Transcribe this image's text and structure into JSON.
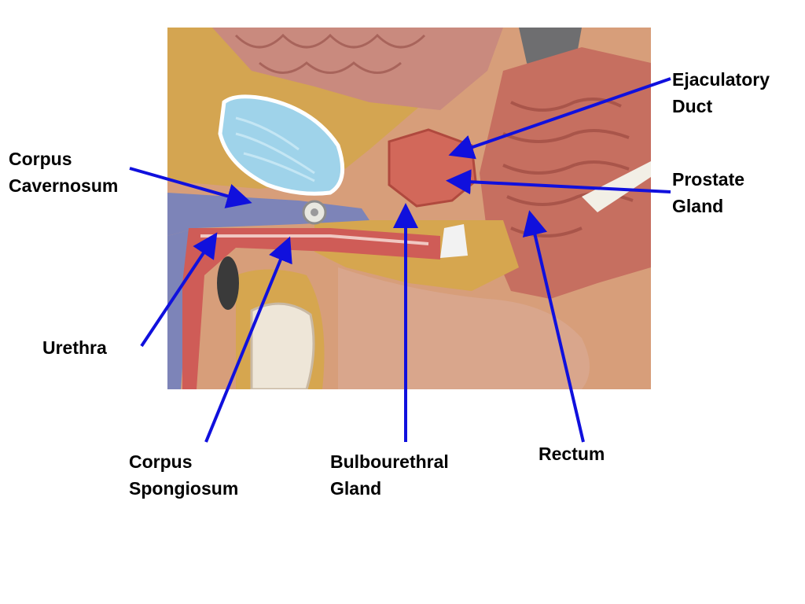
{
  "figure": {
    "image_description": "Sagittal section anatomical model of the male pelvis",
    "colors": {
      "pointer": "#1010dd",
      "label_text": "#000000",
      "background": "#ffffff",
      "skin": "#d9a68c",
      "fat": "#d6a84e",
      "muscle": "#c96d5a",
      "bladder": "#9fd3ea",
      "erectile": "#7d84b8"
    }
  },
  "labels": {
    "ejaculatory_duct": [
      "Ejaculatory",
      "Duct"
    ],
    "corpus_cavernosum": [
      "Corpus",
      "Cavernosum"
    ],
    "prostate_gland": [
      "Prostate",
      "Gland"
    ],
    "urethra": [
      "Urethra"
    ],
    "rectum": [
      "Rectum"
    ],
    "corpus_spongiosum": [
      "Corpus",
      "Spongiosum"
    ],
    "bulbourethral_gland": [
      "Bulbourethral",
      "Gland"
    ]
  }
}
